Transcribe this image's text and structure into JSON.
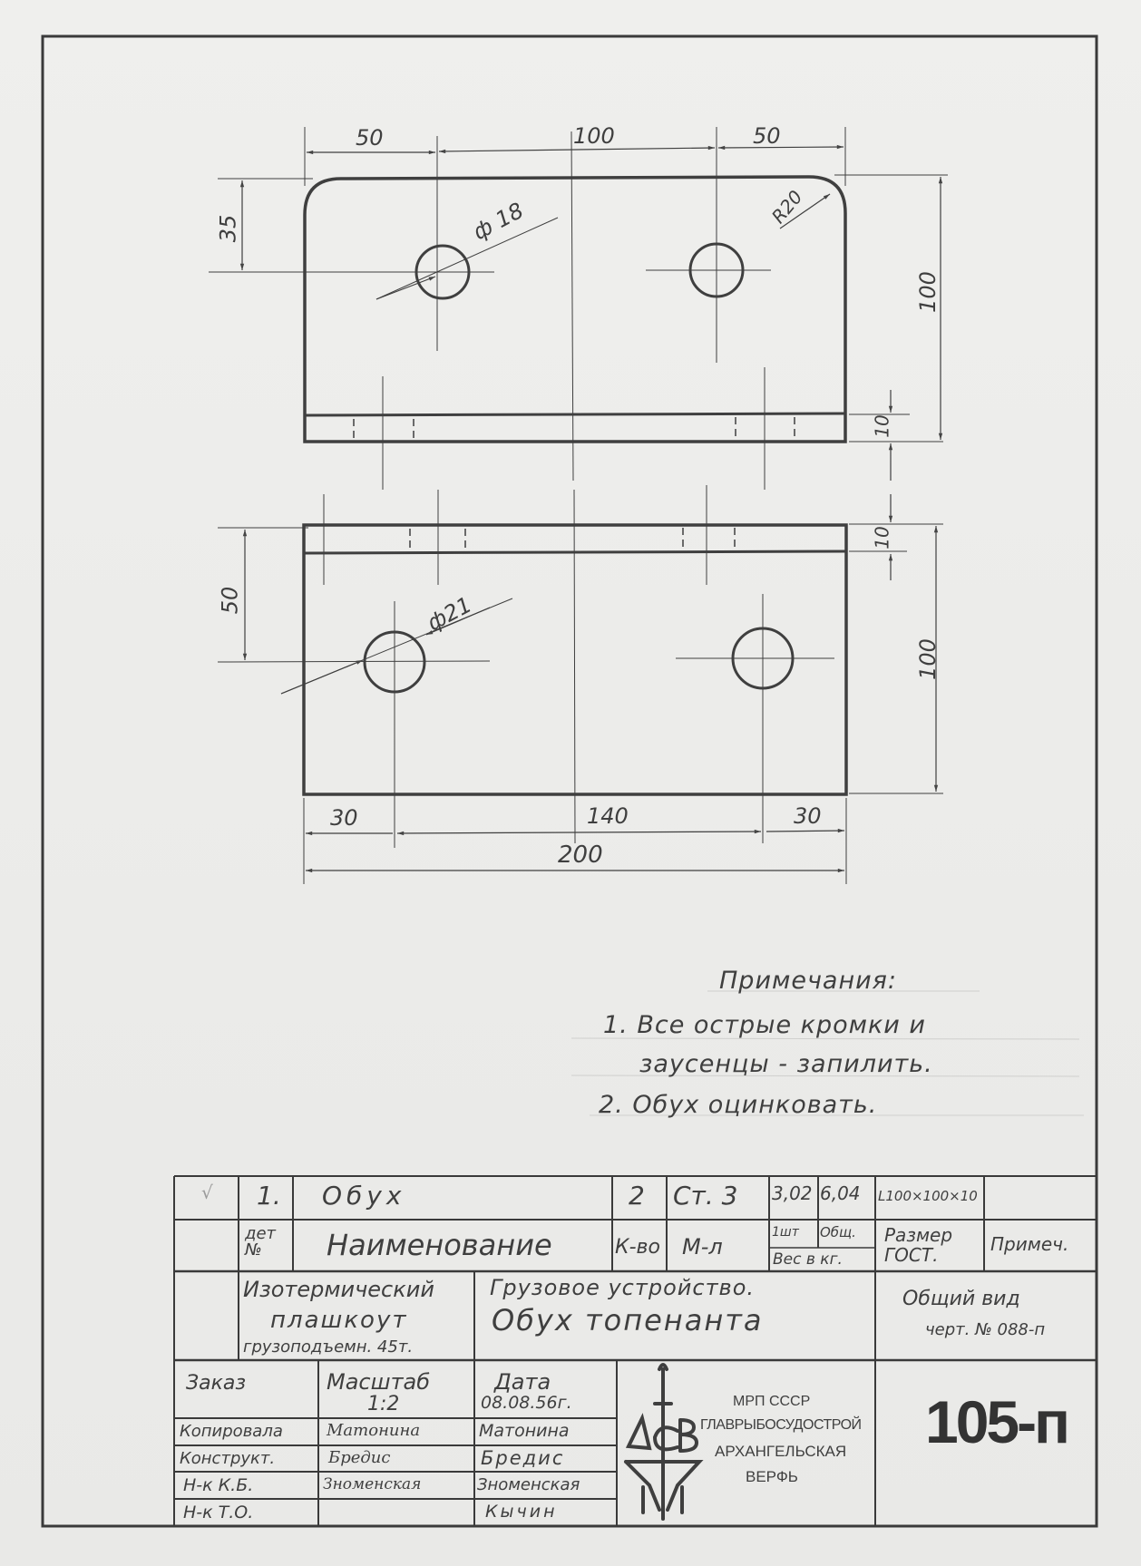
{
  "drawing": {
    "top_view": {
      "dim_left_offset": "50",
      "dim_hole_spacing": "100",
      "dim_right_offset": "50",
      "dim_hole_from_top": "35",
      "dim_hole_diameter": "ф 18",
      "dim_corner_radius": "R20",
      "dim_height": "100",
      "dim_flange": "10"
    },
    "bottom_view": {
      "dim_flange": "10",
      "dim_hole_from_top": "50",
      "dim_hole_diameter": "ф21",
      "dim_height": "100",
      "dim_left_offset": "30",
      "dim_hole_spacing": "140",
      "dim_right_offset": "30",
      "dim_width": "200"
    }
  },
  "notes": {
    "heading": "Примечания:",
    "items": [
      "1. Все острые кромки и",
      "заусенцы - запилить.",
      "2. Обух  оцинковать."
    ]
  },
  "title_block": {
    "check_mark": "√",
    "part_row": {
      "number": "1.",
      "name": "Обух",
      "quantity": "2",
      "material": "Ст. 3",
      "weight_each": "3,02",
      "weight_total": "6,04",
      "size": "L100×100×10",
      "remark": ""
    },
    "header_row": {
      "number": "дет №",
      "name": "Наименование",
      "quantity": "К-во",
      "material": "М-л",
      "weight_each": "1шт",
      "weight_total": "Общ.",
      "weight_label": "Вес в кг.",
      "size": "Размер ГОСТ.",
      "remark": "Примеч."
    },
    "vessel": [
      "Изотермический",
      "плашкоут",
      "грузоподъемн. 45т."
    ],
    "assembly": "Грузовое устройство.",
    "title": "Обух  топенанта",
    "general_view": "Общий вид",
    "reference": "черт. № 088-п",
    "order_label": "Заказ",
    "scale_label": "Масштаб",
    "scale_value": "1:2",
    "date_label": "Дата",
    "date_value": "08.08.56г.",
    "roles": [
      {
        "role": "Копировала",
        "signature": "Матонина",
        "name": "Матонина"
      },
      {
        "role": "Конструкт.",
        "signature": "Бредис",
        "name": "Бредис"
      },
      {
        "role": "Н-к К.Б.",
        "signature": "Зноменская",
        "name": "Зноменская"
      },
      {
        "role": "Н-к Т.О.",
        "signature": "",
        "name": "Кычин"
      }
    ],
    "org": [
      "МРП СССР",
      "ГЛАВРЫБОСУДОСТРОЙ",
      "АРХАНГЕЛЬСКАЯ",
      "ВЕРФЬ"
    ],
    "logo_letters": "АСВ",
    "sheet_number": "105-п"
  },
  "colors": {
    "ink": "#3f3f3f",
    "paper": "#ededeb"
  }
}
